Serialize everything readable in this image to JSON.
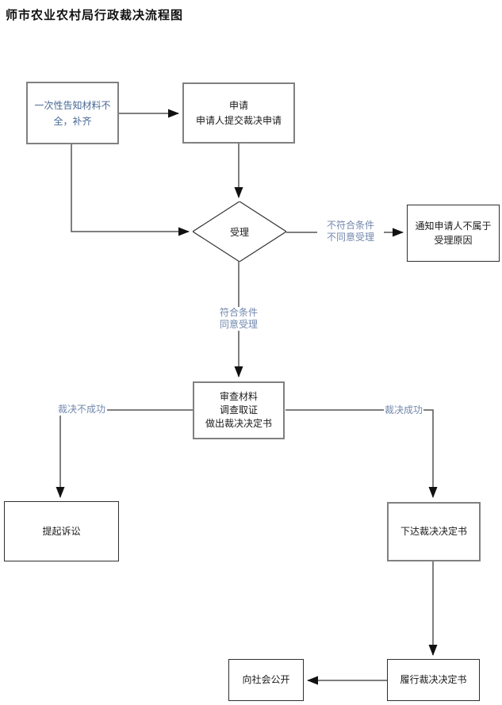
{
  "title": "师市农业农村局行政裁决流程图",
  "colors": {
    "node_text_blue": "#4a6a94",
    "edge_label_blue": "#7288ad",
    "border_gray": "#808080",
    "border_dark": "#2f2f2f",
    "connector_line": "#555555",
    "arrowhead": "#111111"
  },
  "nodes": {
    "notice_incomplete": {
      "lines": [
        "一次性告知材料不",
        "全，补齐"
      ]
    },
    "apply": {
      "lines": [
        "申请",
        "申请人提交裁决申请"
      ]
    },
    "accept": {
      "label": "受理"
    },
    "notify_reason": {
      "lines": [
        "通知申请人不属于",
        "受理原因"
      ]
    },
    "review": {
      "lines": [
        "审查材料",
        "调查取证",
        "做出裁决决定书"
      ]
    },
    "lawsuit": {
      "label": "提起诉讼"
    },
    "issue_decision": {
      "label": "下达裁决决定书"
    },
    "perform_decision": {
      "label": "履行裁决决定书"
    },
    "publish": {
      "label": "向社会公开"
    }
  },
  "edge_labels": {
    "reject": {
      "lines": [
        "不符合条件",
        "不同意受理"
      ]
    },
    "approve": {
      "lines": [
        "符合条件",
        "同意受理"
      ]
    },
    "fail": "裁决不成功",
    "success": "裁决成功"
  }
}
